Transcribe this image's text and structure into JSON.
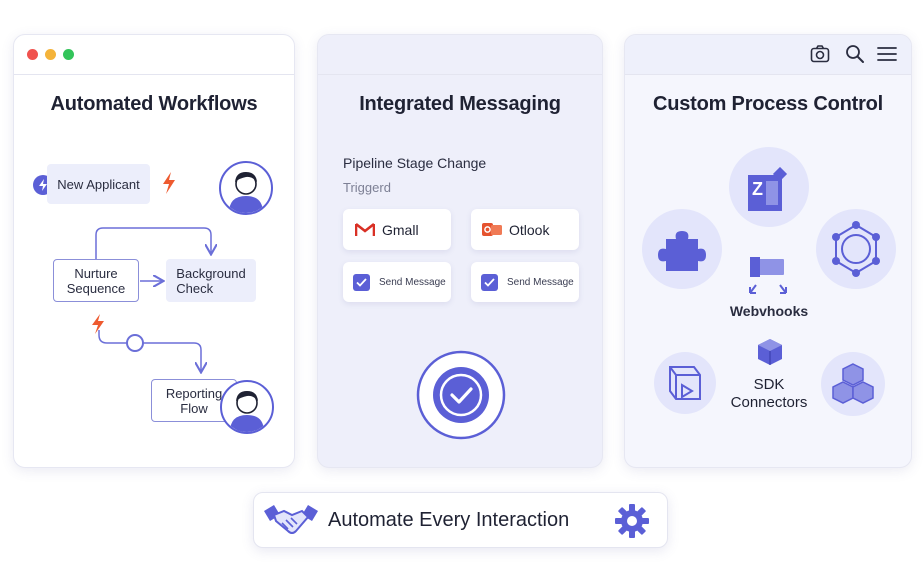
{
  "panels": {
    "workflows": {
      "title": "Automated Workflows",
      "nodes": {
        "new_applicant": "New Applicant",
        "nurture_line1": "Nurture",
        "nurture_line2": "Sequence",
        "background_line1": "Background",
        "background_line2": "Check",
        "reporting_line1": "Reporting",
        "reporting_line2": "Flow"
      }
    },
    "messaging": {
      "title": "Integrated Messaging",
      "trigger_title": "Pipeline Stage Change",
      "trigger_status": "Triggerd",
      "gmail_label": "Gmall",
      "outlook_label": "Otlook",
      "send_message_gmail": "Send Message",
      "send_message_outlook": "Send Message"
    },
    "process": {
      "title": "Custom Process Control",
      "webhooks_label": "Webvhooks",
      "sdk_line1": "SDK",
      "sdk_line2": "Connectors",
      "z_letter": "Z"
    }
  },
  "footer": {
    "label": "Automate Every Interaction"
  },
  "colors": {
    "accent": "#5b5fd6",
    "accent_light": "#e3e5fb",
    "bolt_orange": "#ee5a2f",
    "gmail_red": "#d93025",
    "outlook_orange": "#e5532f"
  }
}
